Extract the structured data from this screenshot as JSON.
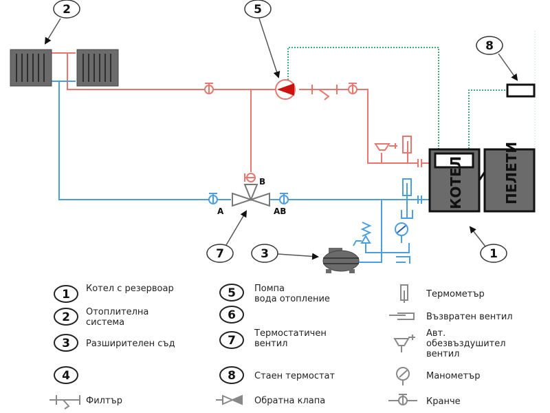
{
  "colors": {
    "supply_pipe": "#e8766f",
    "return_pipe": "#4a9ee0",
    "control_wire": "#3aa87a",
    "equipment_fill": "#6b6b6b",
    "symbol_gray": "#888888",
    "pump_red": "#cc1111"
  },
  "diagram": {
    "callouts": [
      {
        "id": "1",
        "label": "1"
      },
      {
        "id": "2",
        "label": "2"
      },
      {
        "id": "3",
        "label": "3"
      },
      {
        "id": "5",
        "label": "5"
      },
      {
        "id": "7",
        "label": "7"
      },
      {
        "id": "8",
        "label": "8"
      }
    ],
    "boiler_label": "КОТЕЛ",
    "pellets_label": "ПЕЛЕТИ",
    "valve_ports": {
      "a": "A",
      "b": "B",
      "ab": "AB"
    }
  },
  "legend": {
    "numbered": [
      {
        "num": "1",
        "lines": [
          "Котел с резервоар"
        ]
      },
      {
        "num": "2",
        "lines": [
          "Отоплителна",
          "система"
        ]
      },
      {
        "num": "3",
        "lines": [
          "Разширителен съд"
        ]
      },
      {
        "num": "4",
        "lines": [
          ""
        ]
      },
      {
        "num": "5",
        "lines": [
          "Помпа",
          "вода отопление"
        ]
      },
      {
        "num": "6",
        "lines": [
          ""
        ]
      },
      {
        "num": "7",
        "lines": [
          "Термостатичен",
          "вентил"
        ]
      },
      {
        "num": "8",
        "lines": [
          "Стаен термостат"
        ]
      }
    ],
    "symbols": [
      {
        "icon": "filter-icon",
        "label": "Филтър"
      },
      {
        "icon": "check-valve-icon",
        "label": "Обратна клапа"
      },
      {
        "icon": "thermometer-icon",
        "label": "Термометър"
      },
      {
        "icon": "return-valve-icon",
        "label": "Възвратен вентил"
      },
      {
        "icon": "air-vent-icon",
        "lines": [
          "Авт.",
          "обезвъздушител",
          "вентил"
        ]
      },
      {
        "icon": "manometer-icon",
        "label": "Манометър"
      },
      {
        "icon": "tap-icon",
        "label": "Кранче"
      }
    ]
  }
}
